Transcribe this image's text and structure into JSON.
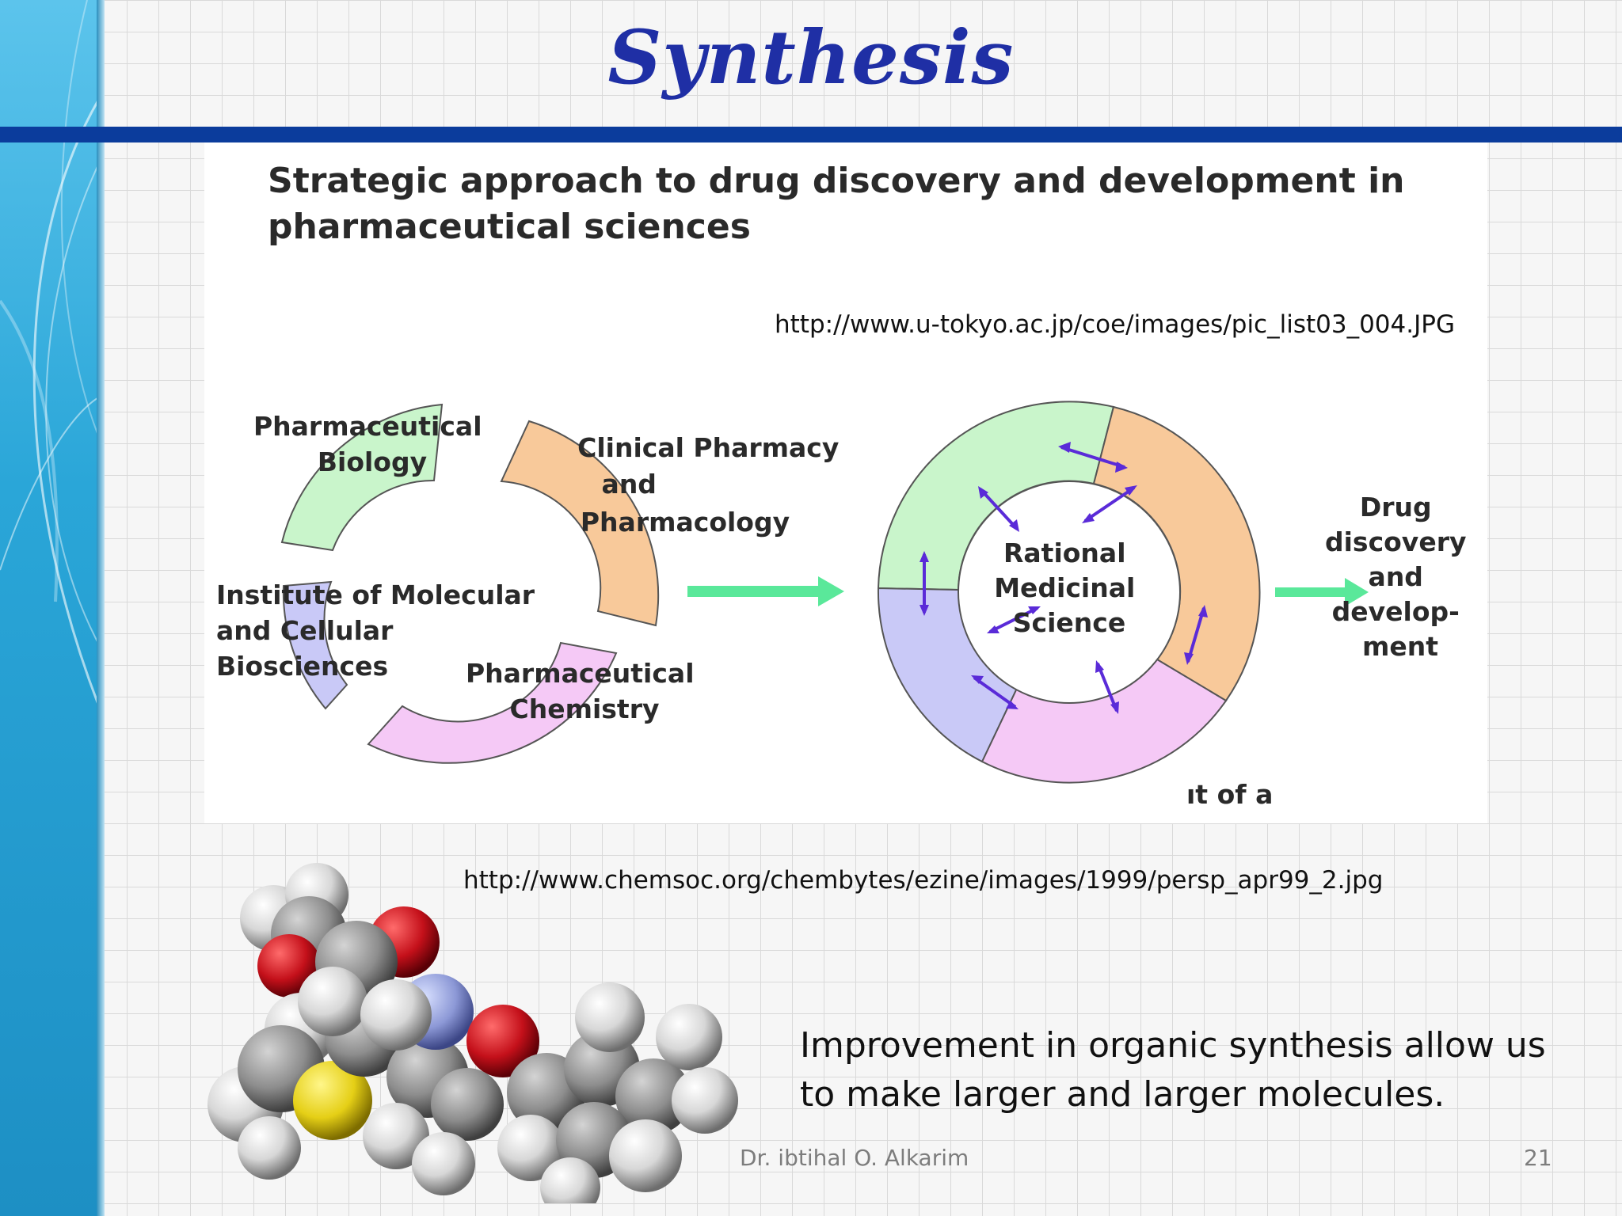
{
  "slide": {
    "title": "Synthesis",
    "heading": "Strategic approach to drug discovery and development in pharmaceutical sciences",
    "url_top": "http://www.u-tokyo.ac.jp/coe/images/pic_list03_004.JPG",
    "url_bottom": "http://www.chemsoc.org/chembytes/ezine/images/1999/persp_apr99_2.jpg",
    "caption": "Improvement in organic synthesis allow us to make larger and larger molecules.",
    "author": "Dr. ibtihal O. Alkarim",
    "page_number": "21"
  },
  "diagram": {
    "segments": {
      "biology": [
        "Pharmaceutical",
        "Biology"
      ],
      "clinical": [
        "Clinical Pharmacy",
        "and",
        "Pharmacology"
      ],
      "institute": [
        "Institute of Molecular",
        "and Cellular",
        "Biosciences"
      ],
      "chemistry": [
        "Pharmaceutical",
        "Chemistry"
      ]
    },
    "center": [
      "Rational",
      "Medicinal",
      "Science"
    ],
    "result": [
      "Drug",
      "discovery",
      "and",
      "develop-",
      "ment"
    ],
    "cut_text": "ıt of a",
    "colors": {
      "green": "#c9f5cb",
      "orange": "#f8c99a",
      "lavender": "#c9c9f7",
      "pink": "#f5c9f6",
      "arrow": "#5ae89a",
      "blue_arrow": "#5a2bd8"
    }
  }
}
